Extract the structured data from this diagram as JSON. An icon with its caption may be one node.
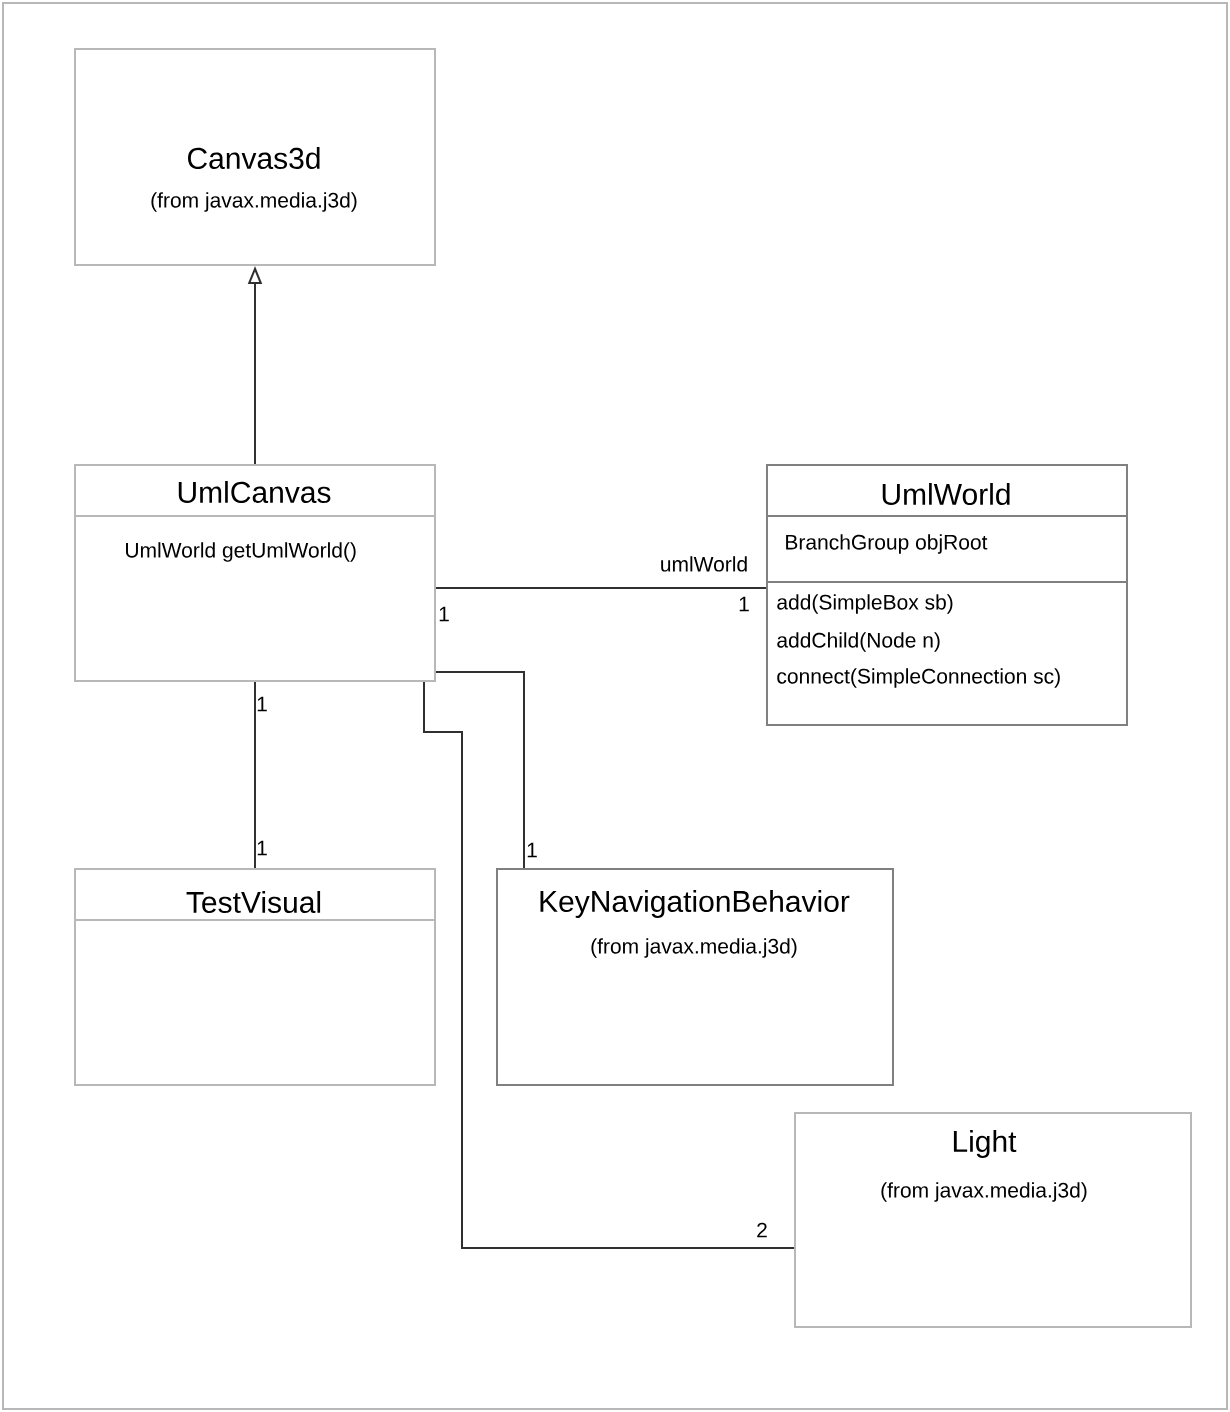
{
  "diagram": {
    "nodes": [
      {
        "text": [
          "Canvas3d",
          "(from javax.media.j3d)"
        ]
      },
      {
        "text": [
          "UmlCanvas",
          "UmlWorld getUmlWorld()"
        ]
      },
      {
        "text": [
          "UmlWorld",
          "BranchGroup objRoot",
          "add(SimpleBox sb)",
          "addChild(Node n)",
          "connect(SimpleConnection sc)"
        ]
      },
      {
        "text": [
          "TestVisual"
        ]
      },
      {
        "text": [
          "KeyNavigationBehavior",
          "(from javax.media.j3d)"
        ]
      },
      {
        "text": [
          "Light",
          "(from javax.media.j3d)"
        ]
      }
    ],
    "edges": [
      {
        "from": 1,
        "to": 0,
        "arrow": "to"
      },
      {
        "from": 1,
        "to": 2,
        "arrow": "none",
        "label": "umlWorld"
      },
      {
        "from": 1,
        "to": 3,
        "arrow": "none"
      },
      {
        "from": 1,
        "to": 4,
        "arrow": "none"
      },
      {
        "from": 1,
        "to": 5,
        "arrow": "none"
      }
    ],
    "labels": [
      "1",
      "1",
      "1",
      "1",
      "1",
      "2"
    ]
  }
}
